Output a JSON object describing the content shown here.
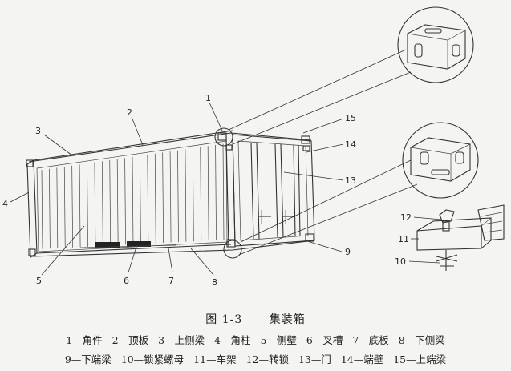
{
  "figure": {
    "number": "图 1-3",
    "title": "集装箱"
  },
  "callouts": [
    {
      "num": "1"
    },
    {
      "num": "2"
    },
    {
      "num": "3"
    },
    {
      "num": "4"
    },
    {
      "num": "5"
    },
    {
      "num": "6"
    },
    {
      "num": "7"
    },
    {
      "num": "8"
    },
    {
      "num": "9"
    },
    {
      "num": "10"
    },
    {
      "num": "11"
    },
    {
      "num": "12"
    },
    {
      "num": "13"
    },
    {
      "num": "14"
    },
    {
      "num": "15"
    }
  ],
  "legend": {
    "row1": [
      "1—角件",
      "2—顶板",
      "3—上侧梁",
      "4—角柱",
      "5—侧壁",
      "6—叉槽",
      "7—底板",
      "8—下侧梁"
    ],
    "row2": [
      "9—下端梁",
      "10—锁紧螺母",
      "11—车架",
      "12—转锁",
      "13—门",
      "14—端壁",
      "15—上端梁"
    ]
  }
}
